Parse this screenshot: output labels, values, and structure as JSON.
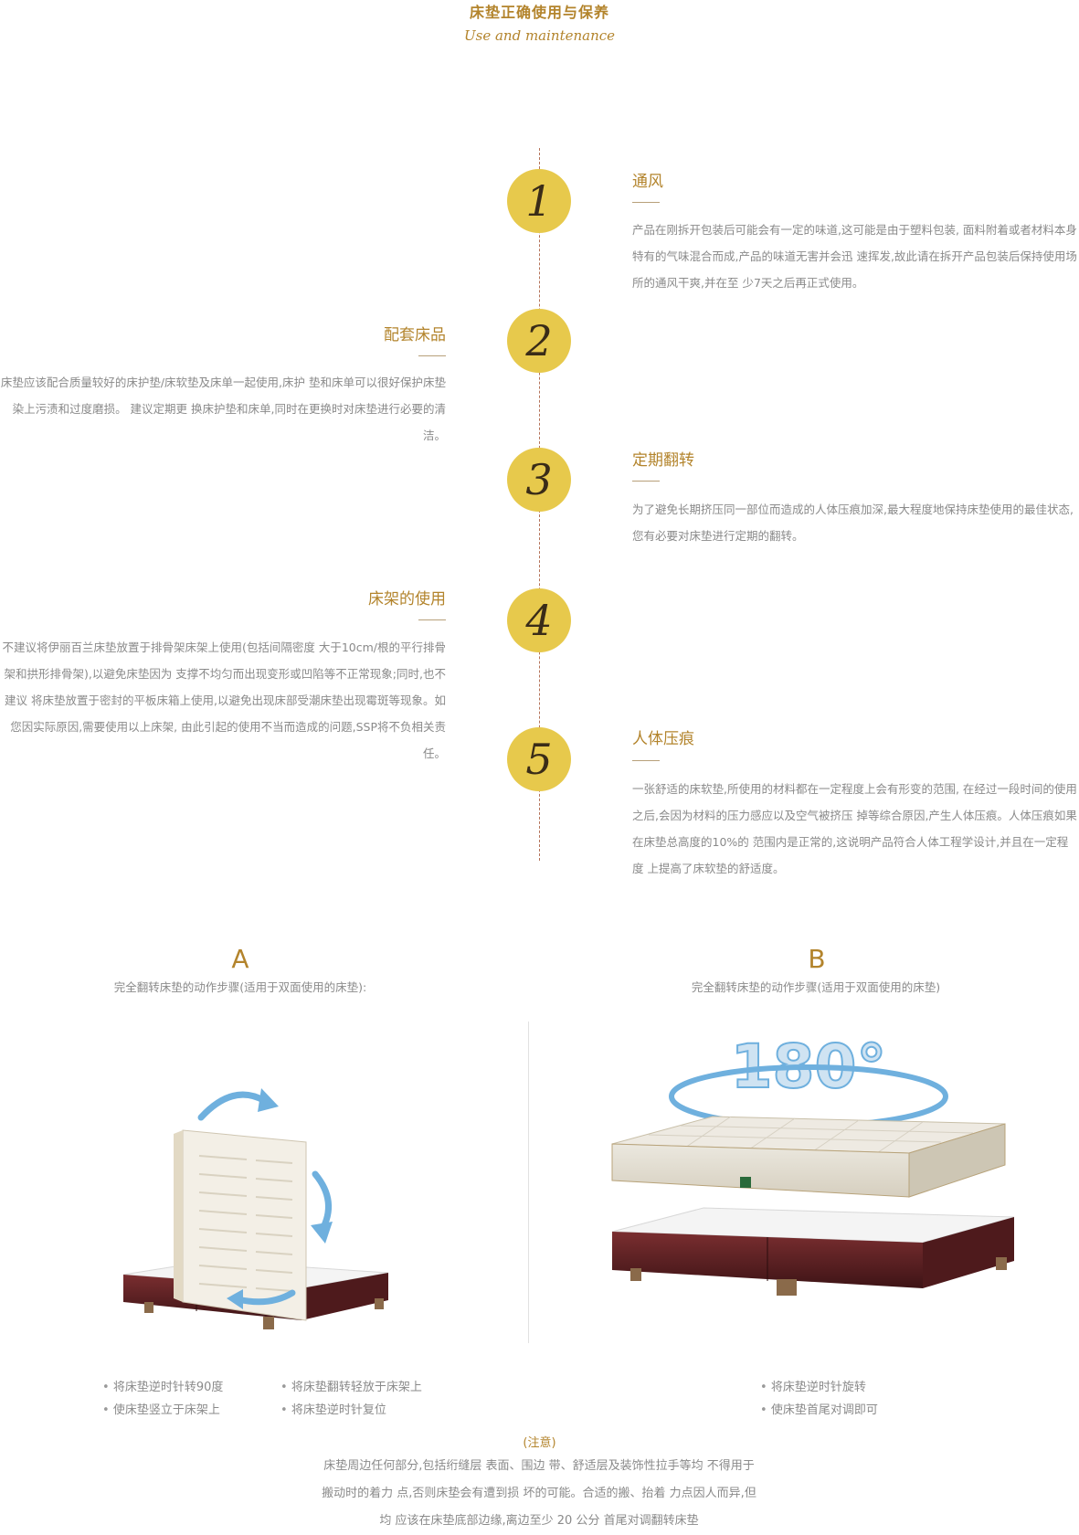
{
  "header": {
    "title": "床垫正确使用与保养",
    "subtitle": "Use and maintenance"
  },
  "steps": [
    {
      "num": "1",
      "title": "通风",
      "side": "right",
      "text": "产品在刚拆开包装后可能会有一定的味道,这可能是由于塑料包装, 面料附着或者材料本身特有的气味混合而成,产品的味道无害并会迅 速挥发,故此请在拆开产品包装后保持使用场所的通风干爽,并在至 少7天之后再正式使用。"
    },
    {
      "num": "2",
      "title": "配套床品",
      "side": "left",
      "text": "床垫应该配合质量较好的床护垫/床软垫及床单一起使用,床护 垫和床单可以很好保护床垫染上污渍和过度磨损。 建议定期更 换床护垫和床单,同时在更换时对床垫进行必要的清洁。"
    },
    {
      "num": "3",
      "title": "定期翻转",
      "side": "right",
      "text": "为了避免长期挤压同一部位而造成的人体压痕加深,最大程度地保持床垫使用的最佳状态,您有必要对床垫进行定期的翻转。"
    },
    {
      "num": "4",
      "title": "床架的使用",
      "side": "left",
      "text": "不建议将伊丽百兰床垫放置于排骨架床架上使用(包括间隔密度 大于10cm/根的平行排骨架和拱形排骨架),以避免床垫因为 支撑不均匀而出现变形或凹陷等不正常现象;同时,也不建议 将床垫放置于密封的平板床箱上使用,以避免出现床部受潮床垫出现霉斑等现象。如您因实际原因,需要使用以上床架, 由此引起的使用不当而造成的问题,SSP将不负相关责任。"
    },
    {
      "num": "5",
      "title": "人体压痕",
      "side": "right",
      "text": "一张舒适的床软垫,所使用的材料都在一定程度上会有形变的范围, 在经过一段时间的使用之后,会因为材料的压力感应以及空气被挤压 掉等综合原因,产生人体压痕。人体压痕如果在床垫总高度的10%的 范围内是正常的,这说明产品符合人体工程学设计,并且在一定程度 上提高了床软垫的舒适度。"
    }
  ],
  "panel_a": {
    "letter": "A",
    "caption": "完全翻转床垫的动作步骤(适用于双面使用的床垫):",
    "bullets_col1": [
      "将床垫逆时针转90度",
      "使床垫竖立于床架上"
    ],
    "bullets_col2": [
      "将床垫翻转轻放于床架上",
      "将床垫逆时针复位"
    ]
  },
  "panel_b": {
    "letter": "B",
    "caption": "完全翻转床垫的动作步骤(适用于双面使用的床垫)",
    "rotation_label": "180°",
    "bullets": [
      "将床垫逆时针旋转",
      "使床垫首尾对调即可"
    ]
  },
  "note": {
    "title": "(注意)",
    "text": "床垫周边任何部分,包括绗缝层 表面、围边 带、舒适层及装饰性拉手等均 不得用于搬动时的着力 点,否则床垫会有遭到损 坏的可能。合适的搬、抬着 力点因人而异,但均 应该在床垫底部边缘,离边至少 20 公分 首尾对调翻转床垫"
  },
  "colors": {
    "accent": "#b3842c",
    "circle": "#e7c94c",
    "text": "#8a8a8a",
    "bed_frame": "#5a1f22",
    "arrow": "#6fb0de"
  }
}
